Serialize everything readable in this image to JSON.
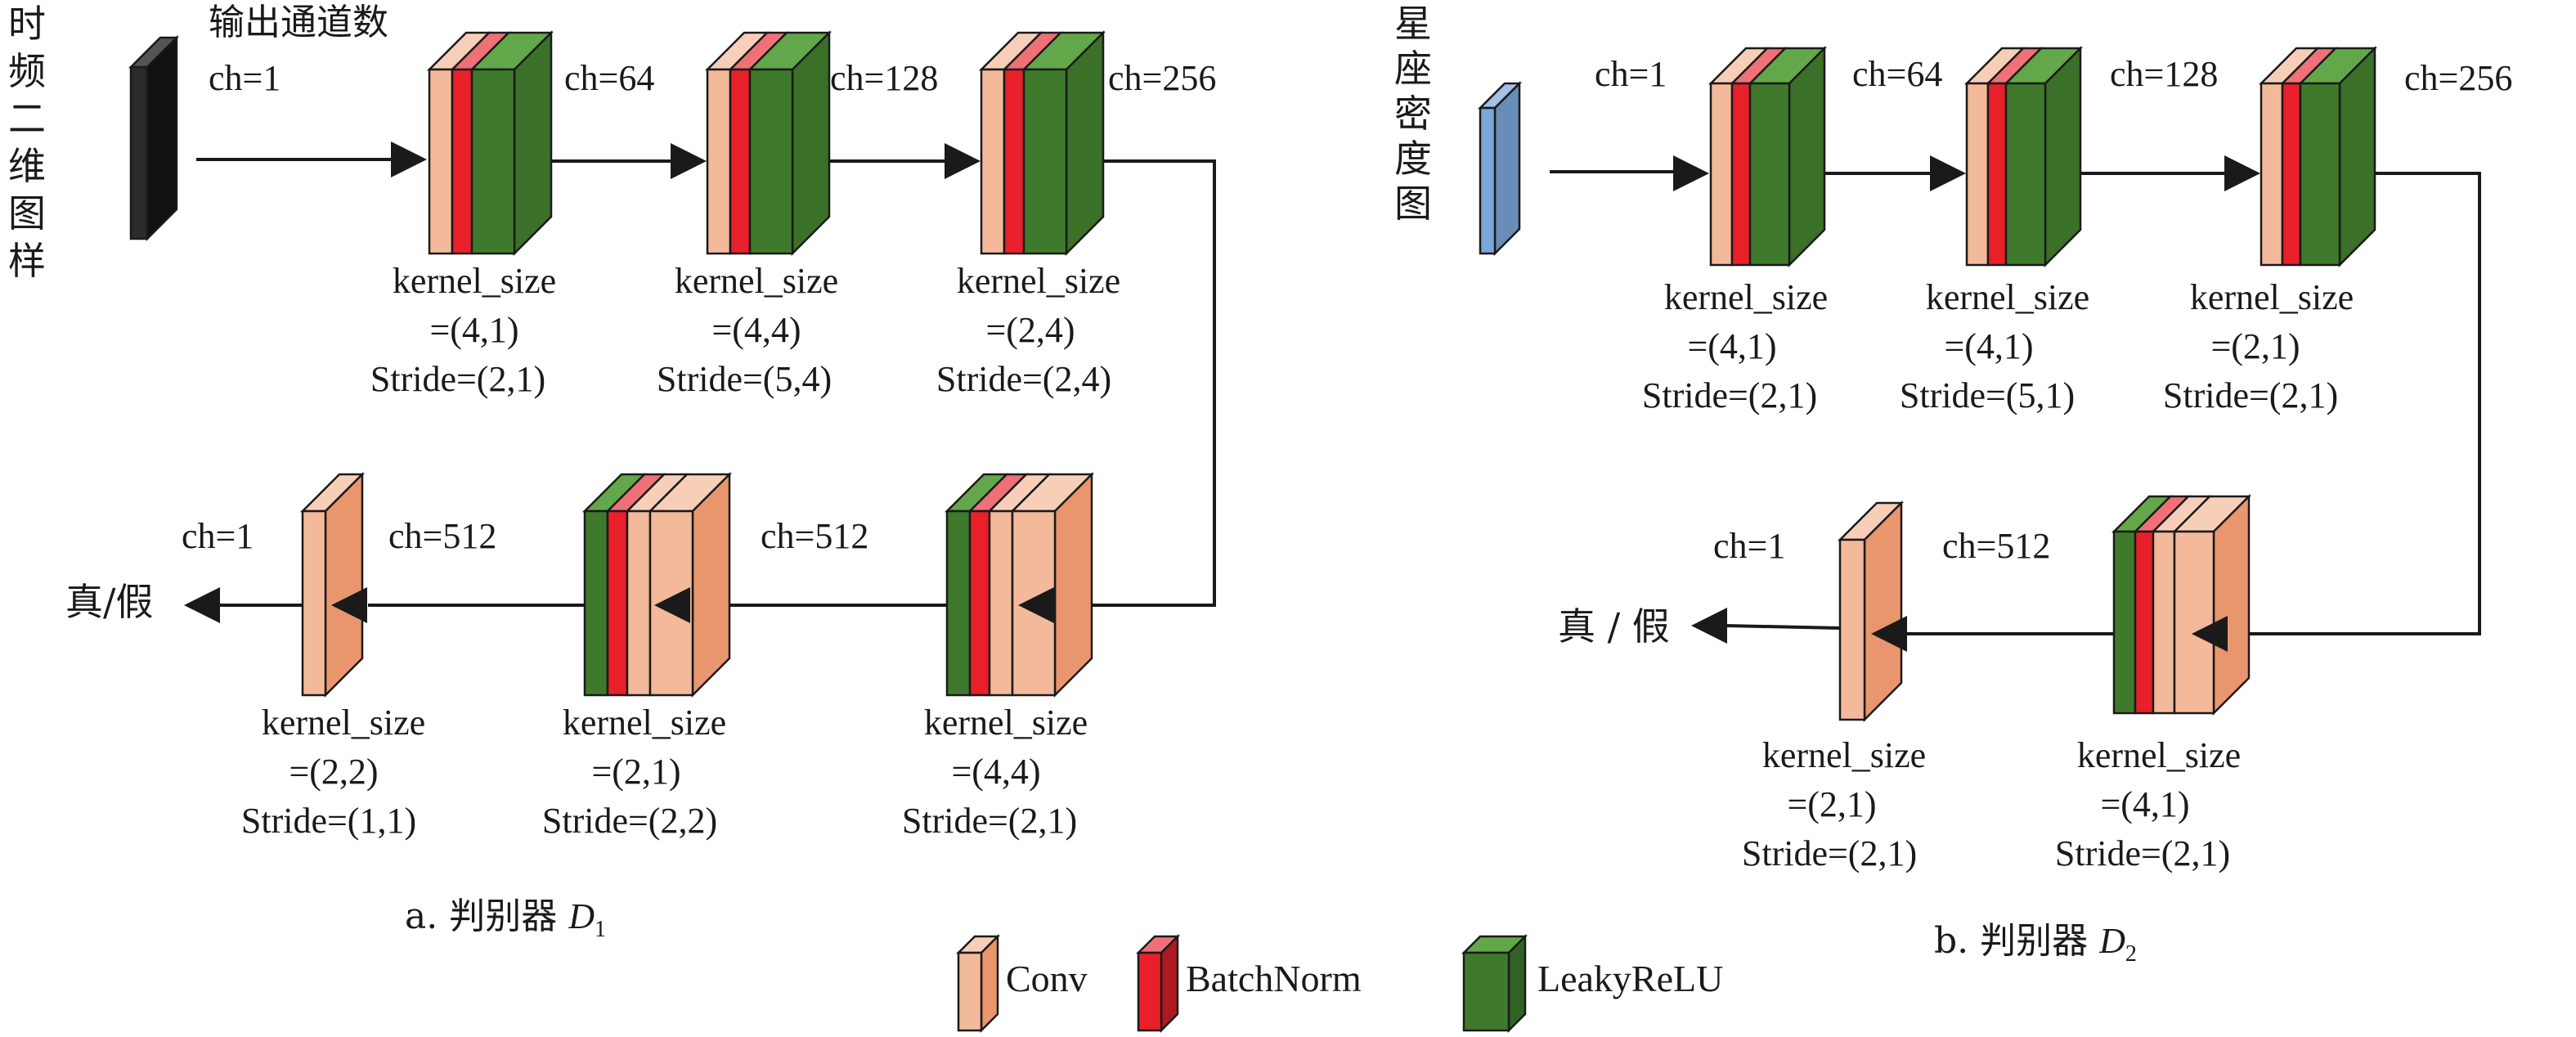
{
  "colors": {
    "conv": "#f3b99b",
    "conv_side": "#e9966e",
    "conv_top": "#f7cfb8",
    "batchnorm": "#e8202a",
    "batchnorm_top": "#f07078",
    "leakyrelu": "#3f7a2c",
    "leakyrelu_top": "#62a84a",
    "input_dark": "#2b2b2b",
    "input_blue": "#7aa6d8",
    "stroke": "#1a1a1a"
  },
  "panel_a": {
    "caption_prefix": "a. 判别器 ",
    "caption_var": "D",
    "caption_sub": "1",
    "input_label": "时频二维图样",
    "header": "输出通道数",
    "output_label": "真/假",
    "channels": [
      "ch=1",
      "ch=64",
      "ch=128",
      "ch=256",
      "ch=512",
      "ch=512",
      "ch=1"
    ],
    "layers": [
      {
        "k1": "kernel_size",
        "k2": "=(4,1)",
        "s": "Stride=(2,1)"
      },
      {
        "k1": "kernel_size",
        "k2": "=(4,4)",
        "s": "Stride=(5,4)"
      },
      {
        "k1": "kernel_size",
        "k2": "=(2,4)",
        "s": "Stride=(2,4)"
      },
      {
        "k1": "kernel_size",
        "k2": "=(4,4)",
        "s": "Stride=(2,1)"
      },
      {
        "k1": "kernel_size",
        "k2": "=(2,1)",
        "s": "Stride=(2,2)"
      },
      {
        "k1": "kernel_size",
        "k2": "=(2,2)",
        "s": "Stride=(1,1)"
      }
    ]
  },
  "panel_b": {
    "caption_prefix": "b. 判别器 ",
    "caption_var": "D",
    "caption_sub": "2",
    "input_label": "星座密度图",
    "output_label": "真 / 假",
    "channels": [
      "ch=1",
      "ch=64",
      "ch=128",
      "ch=256",
      "ch=512",
      "ch=1"
    ],
    "layers": [
      {
        "k1": "kernel_size",
        "k2": "=(4,1)",
        "s": "Stride=(2,1)"
      },
      {
        "k1": "kernel_size",
        "k2": "=(4,1)",
        "s": "Stride=(5,1)"
      },
      {
        "k1": "kernel_size",
        "k2": "=(2,1)",
        "s": "Stride=(2,1)"
      },
      {
        "k1": "kernel_size",
        "k2": "=(4,1)",
        "s": "Stride=(2,1)"
      },
      {
        "k1": "kernel_size",
        "k2": "=(2,1)",
        "s": "Stride=(2,1)"
      }
    ]
  },
  "legend": {
    "conv": "Conv",
    "batchnorm": "BatchNorm",
    "leakyrelu": "LeakyReLU"
  }
}
